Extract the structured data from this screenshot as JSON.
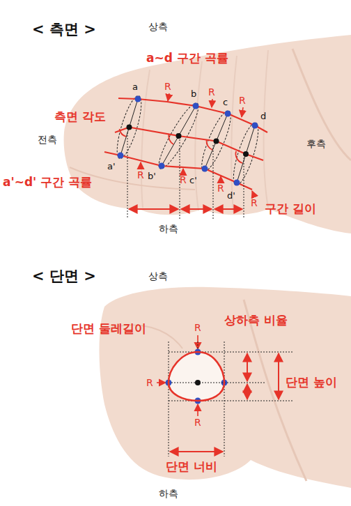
{
  "diagram": {
    "labels": [
      "< 측면 >",
      "상측",
      "a~d 구간 곡률",
      "R",
      "R",
      "R",
      "a",
      "b",
      "c",
      "d",
      "측면 각도",
      "전측",
      "후측",
      "a'",
      "b'",
      "c'",
      "d'",
      "a'~d' 구간 곡률",
      "R",
      "R",
      "R",
      "R",
      "구간 길이",
      "하측",
      "< 단면 >",
      "상측",
      "R",
      "상하측 비율",
      "단면 둘레길이",
      "R",
      "단면 높이",
      "R",
      "단면 너비",
      "하측"
    ]
  }
}
